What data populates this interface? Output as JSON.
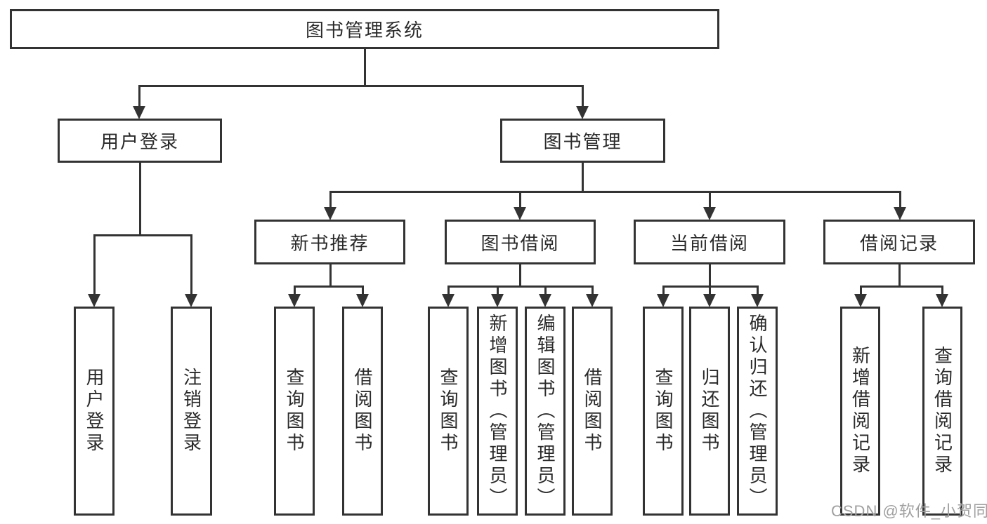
{
  "colors": {
    "line": "#333333",
    "node_border": "#333333",
    "node_text": "#2a2a2a",
    "watermark": "#a0a0a0",
    "background": "#ffffff"
  },
  "diagram": {
    "title": "图书管理系统",
    "level2": {
      "user_login": "用户登录",
      "book_management": "图书管理"
    },
    "level3": {
      "new_book_recommend": "新书推荐",
      "book_borrowing": "图书借阅",
      "current_borrowing": "当前借阅",
      "borrowing_records": "借阅记录"
    },
    "leaves": {
      "user_login_group": [
        "用户登录",
        "注销登录"
      ],
      "new_book_recommend_group": [
        "查询图书",
        "借阅图书"
      ],
      "book_borrowing_group": [
        "查询图书",
        "新增图书（管理员）",
        "编辑图书（管理员）",
        "借阅图书"
      ],
      "current_borrowing_group": [
        "查询图书",
        "归还图书",
        "确认归还（管理员）"
      ],
      "borrowing_records_group": [
        "新增借阅记录",
        "查询借阅记录"
      ]
    }
  },
  "watermark": "CSDN @软件_小贺同学"
}
